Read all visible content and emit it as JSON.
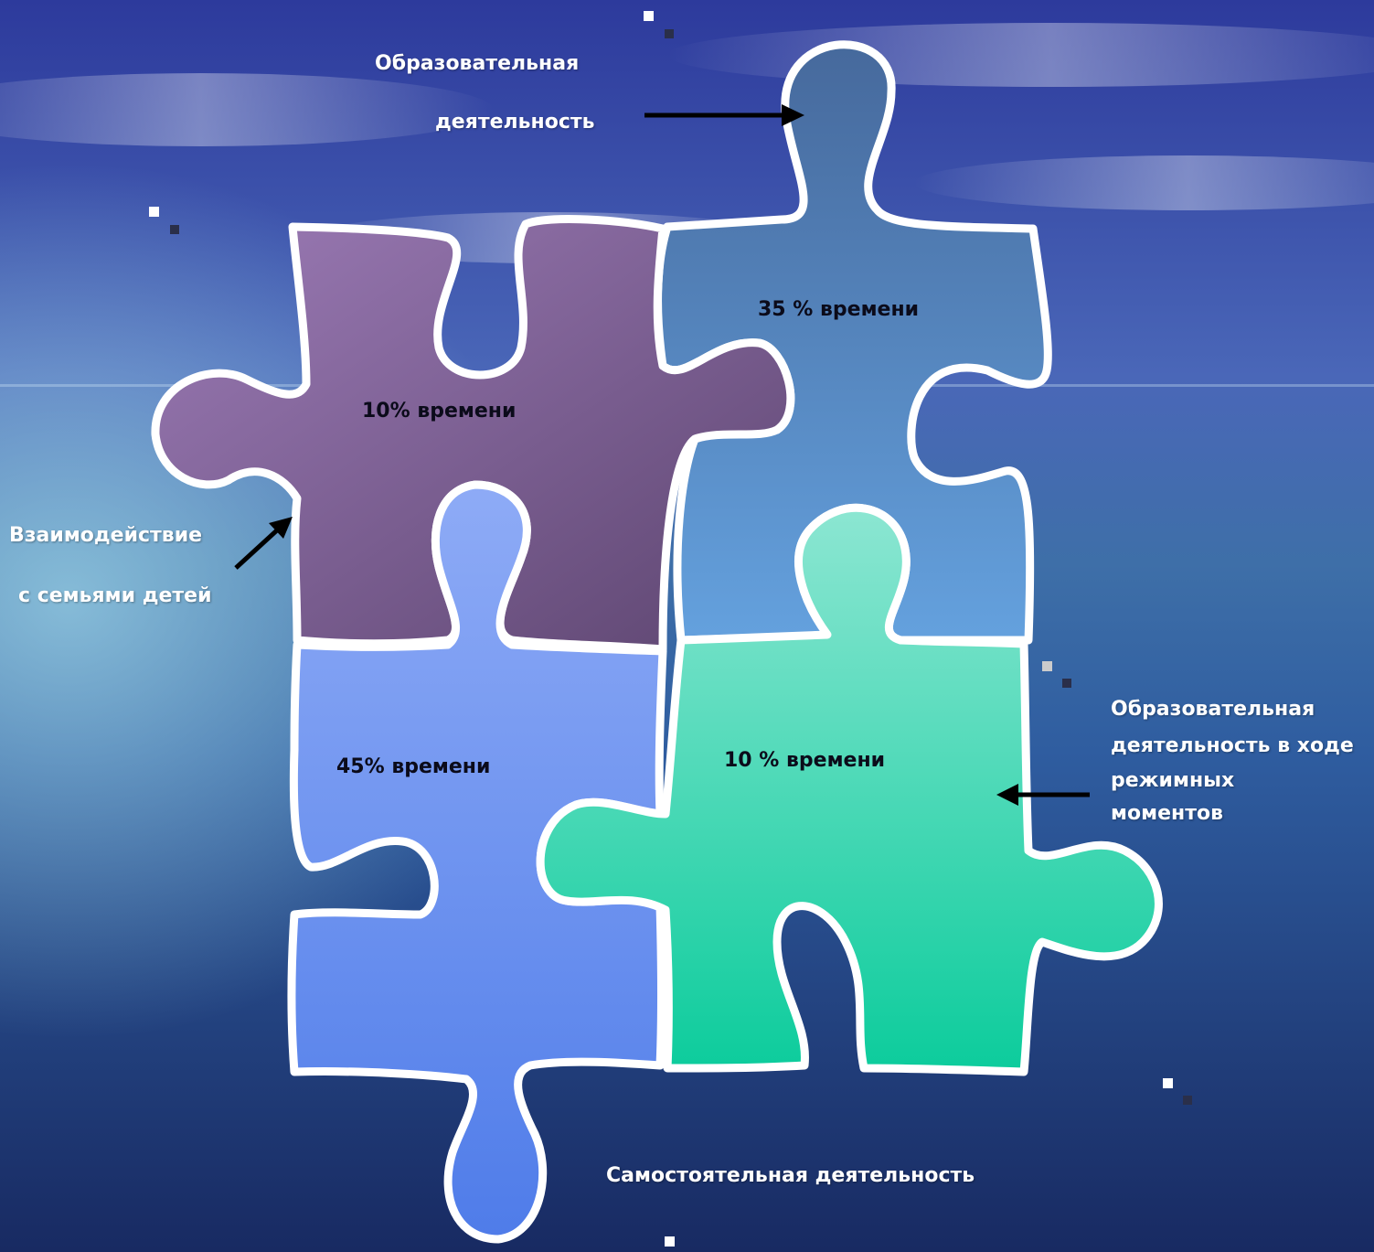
{
  "colors": {
    "background_top": "#3340a8",
    "background_bottom": "#142a5a",
    "piece_purple": "#7e5f96",
    "piece_steel_blue": "#4f7fb9",
    "piece_periwinkle": "#7093ee",
    "piece_teal": "#2fd2aa",
    "outline": "#ffffff",
    "arrow": "#000000"
  },
  "pieces": {
    "purple": {
      "text": "10% времени"
    },
    "steel_blue": {
      "text": "35 % времени"
    },
    "periwinkle": {
      "text": "45% времени"
    },
    "teal": {
      "text": "10 % времени"
    }
  },
  "labels": {
    "educational_line1": "Образовательная",
    "educational_line2": "деятельность",
    "family_line1": "Взаимодействие",
    "family_line2": "с семьями детей",
    "regime_line1": "Образовательная",
    "regime_line2": "деятельность в ходе",
    "regime_line3": "режимных",
    "regime_line4": "моментов",
    "independent": "Самостоятельная деятельность"
  }
}
